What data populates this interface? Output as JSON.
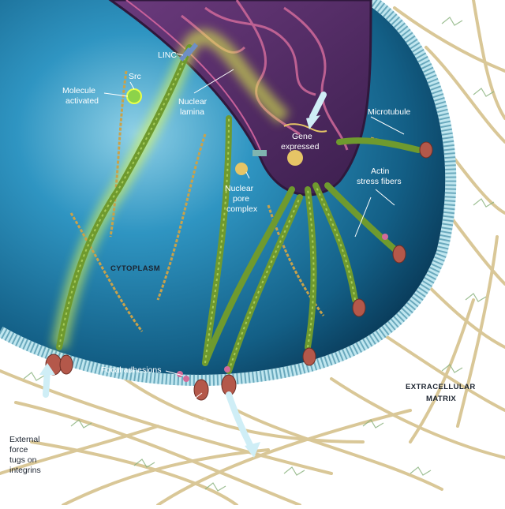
{
  "labels": {
    "linc": "LINC",
    "src": "Src",
    "molecule_activated": [
      "Molecule",
      "activated"
    ],
    "nuclear_lamina": [
      "Nuclear",
      "lamina"
    ],
    "gene_expressed": [
      "Gene",
      "expressed"
    ],
    "microtubule": "Microtubule",
    "actin_stress_fibers": [
      "Actin",
      "stress fibers"
    ],
    "nuclear_pore_complex": [
      "Nuclear",
      "pore",
      "complex"
    ],
    "cytoplasm": "CYTOPLASM",
    "focal_adhesions": "Focal adhesions",
    "integrins": "Integrins",
    "extracellular_matrix": [
      "EXTRACELLULAR",
      "MATRIX"
    ],
    "external_force": [
      "External",
      "force",
      "tugs on",
      "integrins"
    ]
  },
  "colors": {
    "cytoplasm": "#1a7fa8",
    "nucleus": "#5a2f6b",
    "membrane": "#9fd3e0",
    "actin": "#6f9a2e",
    "microtubule": "#c9a24a",
    "glow": "#e8ff4a",
    "collagen": "#e4d3a2",
    "integrin": "#b4584a"
  }
}
